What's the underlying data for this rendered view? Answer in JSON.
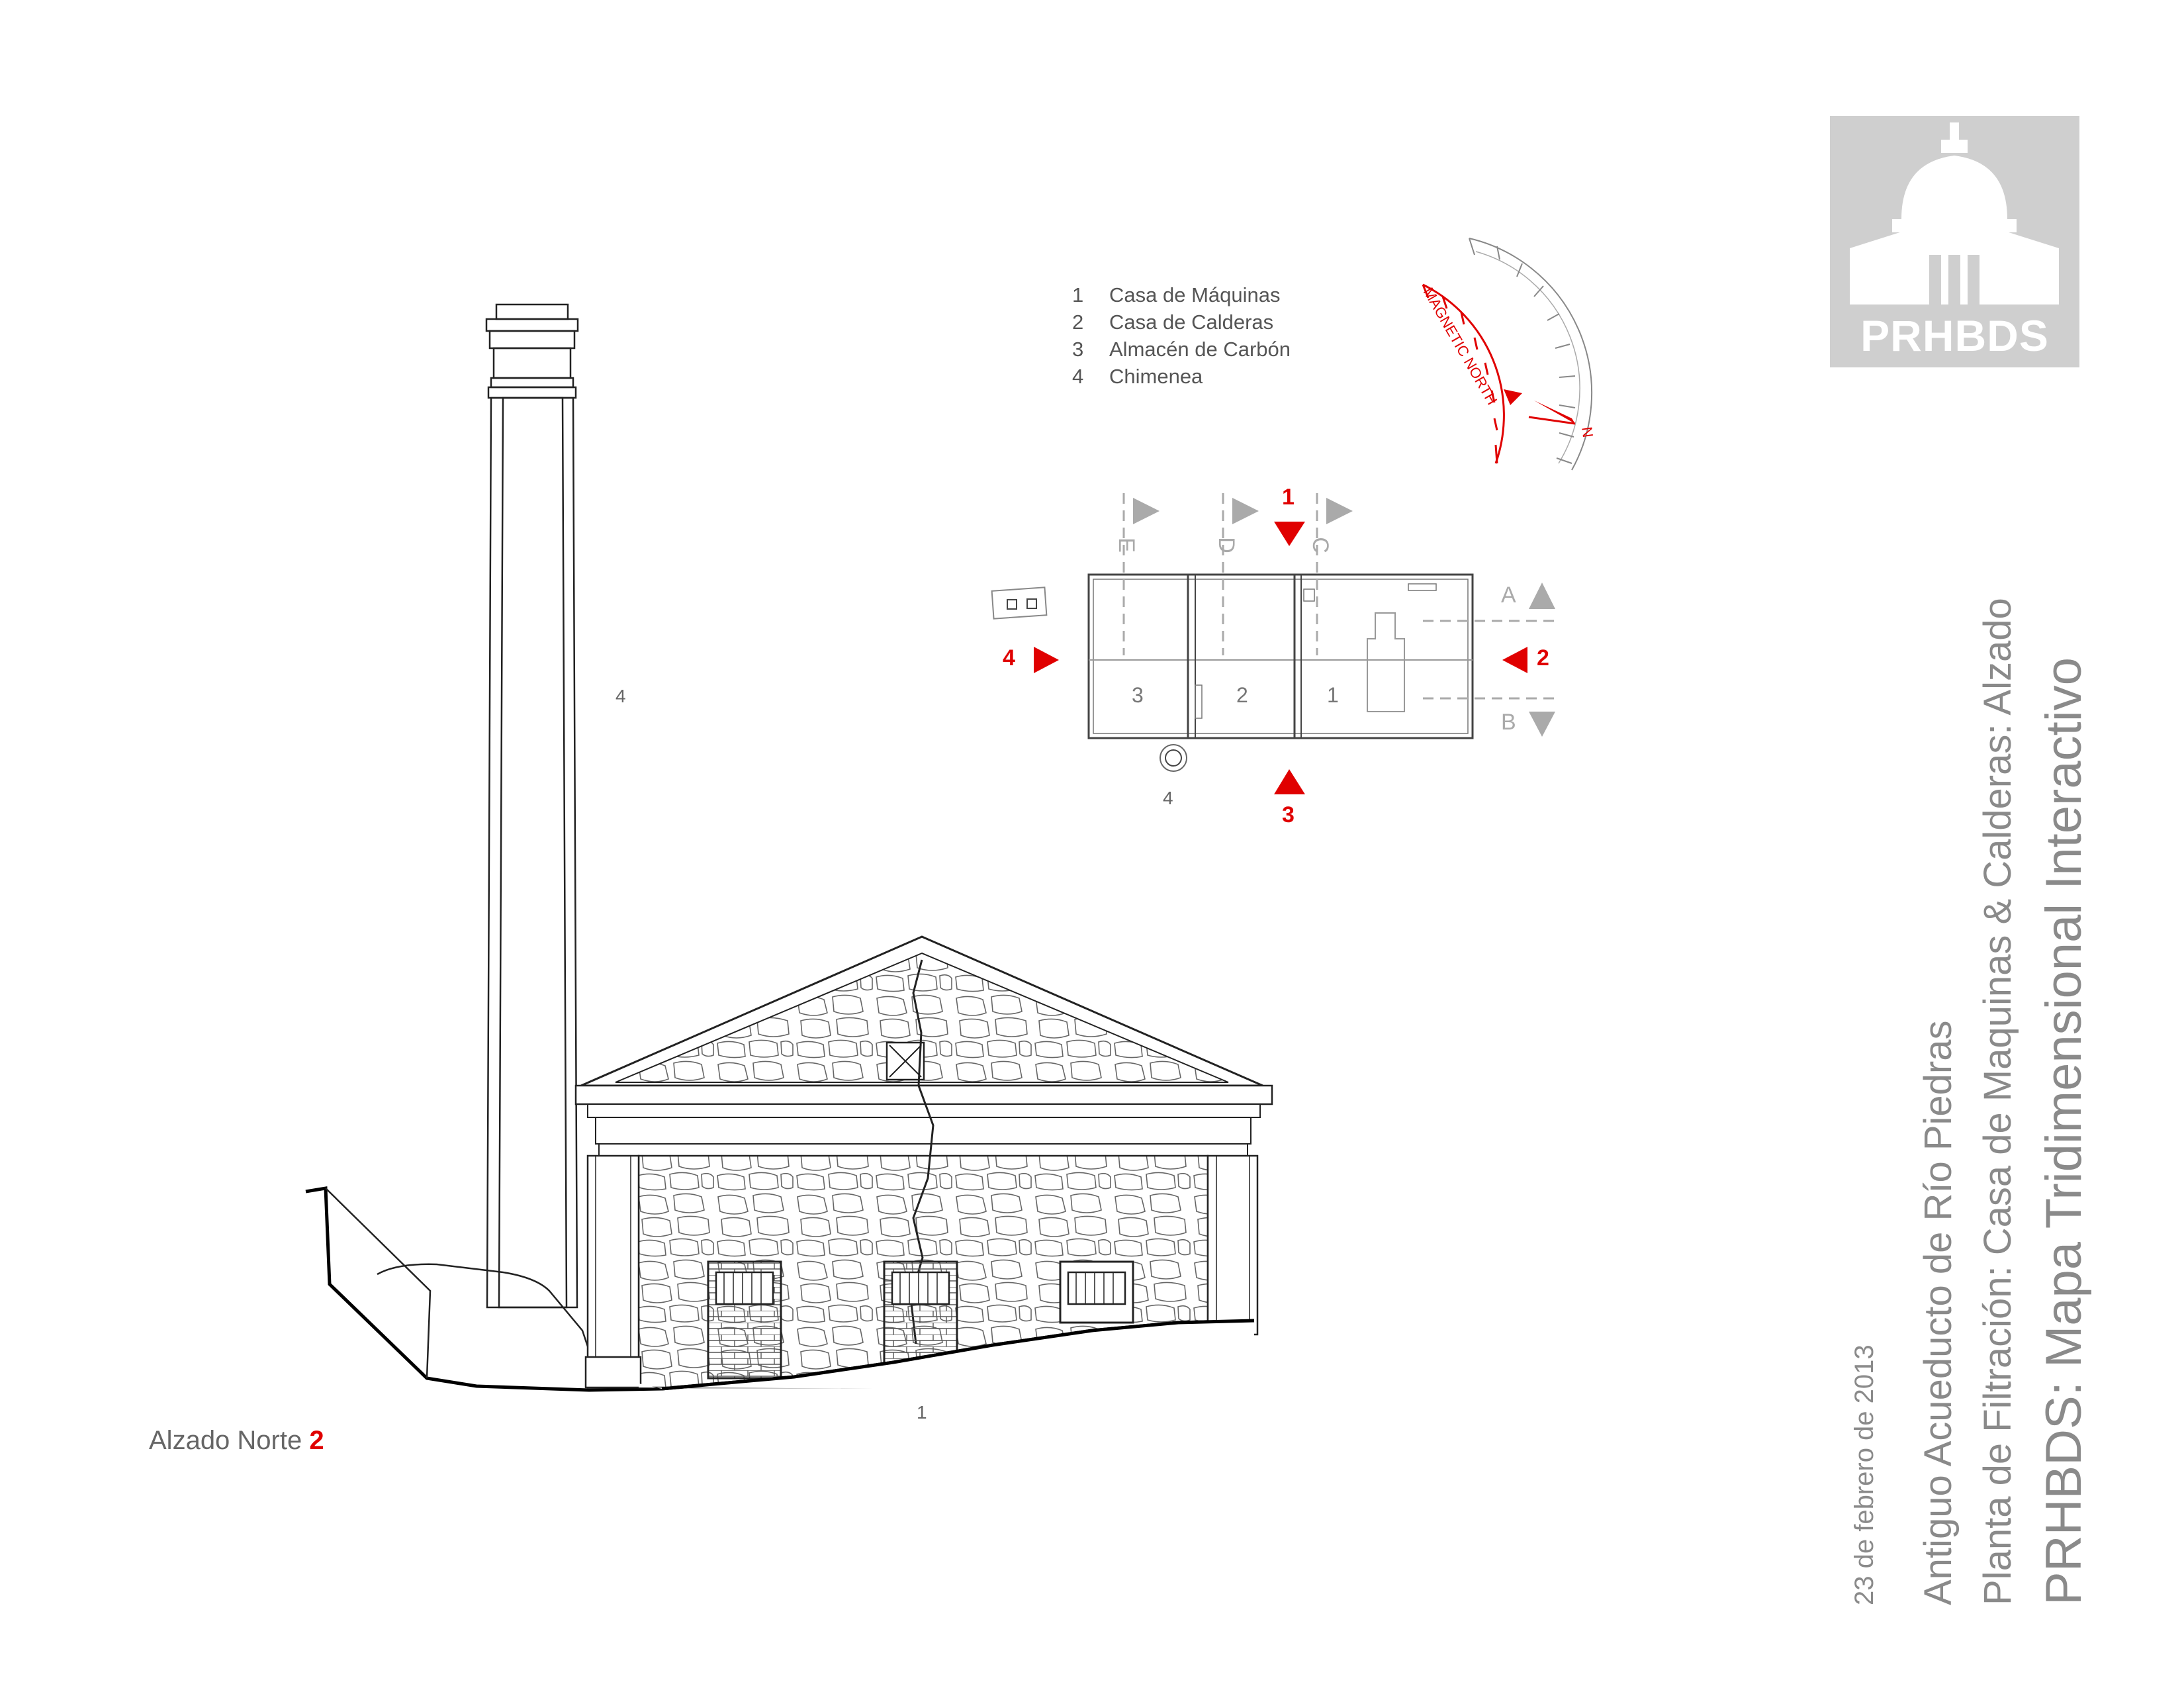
{
  "legend": [
    {
      "num": "1",
      "label": "Casa de Máquinas"
    },
    {
      "num": "2",
      "label": "Casa de Calderas"
    },
    {
      "num": "3",
      "label": "Almacén de Carbón"
    },
    {
      "num": "4",
      "label": "Chimenea"
    }
  ],
  "compass": {
    "magnetic_label": "MAGNETIC NORTH",
    "north_label": "N",
    "accent_color": "#e00000"
  },
  "plan": {
    "section_labels": [
      "E",
      "D",
      "C",
      "A",
      "B"
    ],
    "room_numbers": [
      "3",
      "2",
      "1"
    ],
    "chimney_number": "4",
    "view_markers": {
      "top": "1",
      "right": "2",
      "bottom": "3",
      "left": "4"
    }
  },
  "elevation": {
    "chimney_label": "4",
    "building_label": "1",
    "title": "Alzado Norte",
    "title_number": "2"
  },
  "sidebar": {
    "date": "23 de febrero de 2013",
    "line1": "Antiguo Acueducto de Río Piedras",
    "line2": "Planta de Filtración: Casa de Maquinas & Calderas: Alzado",
    "line3": "PRHBDS: Mapa Tridimensional Interactivo"
  },
  "logo": {
    "text": "PRHBDS",
    "bg_color": "#cfcfcf"
  }
}
